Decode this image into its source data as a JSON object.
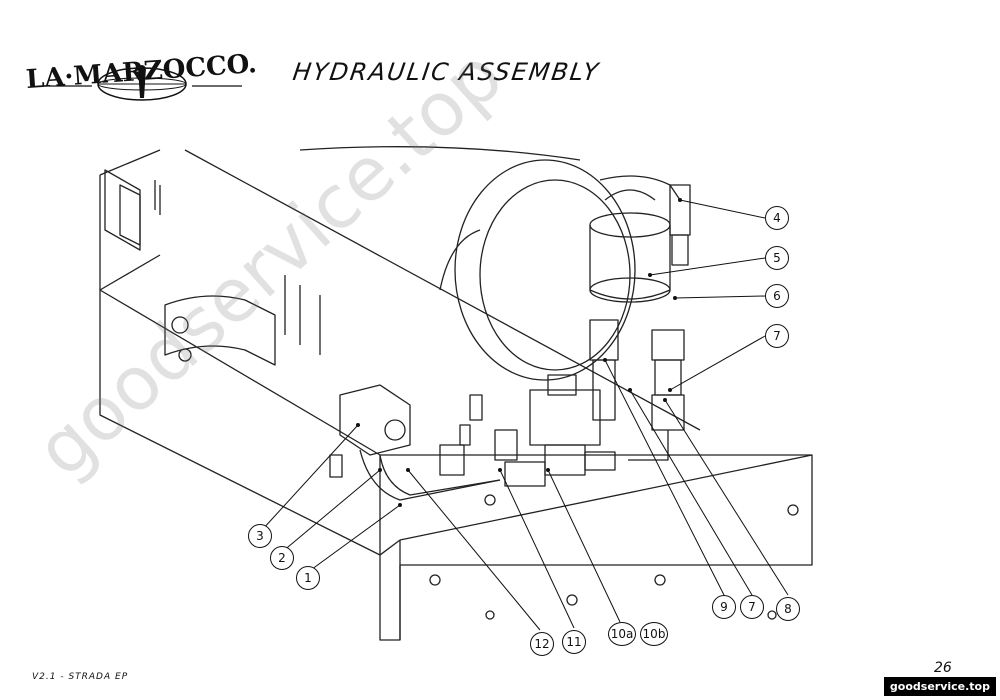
{
  "header": {
    "brand": "LA MARZOCCO",
    "title": "HYDRAULIC ASSEMBLY"
  },
  "callouts": [
    {
      "id": "c1",
      "label": "1"
    },
    {
      "id": "c2",
      "label": "2"
    },
    {
      "id": "c3",
      "label": "3"
    },
    {
      "id": "c4",
      "label": "4"
    },
    {
      "id": "c5",
      "label": "5"
    },
    {
      "id": "c6",
      "label": "6"
    },
    {
      "id": "c7",
      "label": "7"
    },
    {
      "id": "c7b",
      "label": "7"
    },
    {
      "id": "c8",
      "label": "8"
    },
    {
      "id": "c9",
      "label": "9"
    },
    {
      "id": "c10a",
      "label": "10a"
    },
    {
      "id": "c10b",
      "label": "10b"
    },
    {
      "id": "c11",
      "label": "11"
    },
    {
      "id": "c12",
      "label": "12"
    }
  ],
  "footer": {
    "model": "V2.1 - STRADA EP",
    "page": "26"
  },
  "watermark": "goodservice.top",
  "badge": "goodservice.top",
  "colors": {
    "ink": "#111111",
    "background": "#ffffff",
    "watermark": "#bdbdbd"
  }
}
